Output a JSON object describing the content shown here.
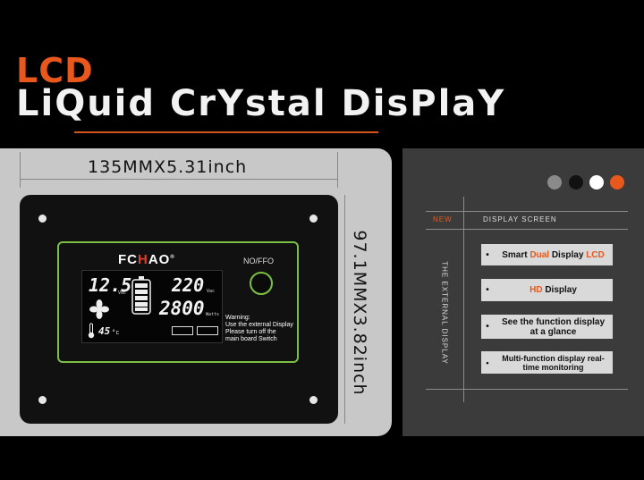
{
  "header": {
    "title_short": "LCD",
    "title_full": "LiQuid CrYstal DisPlaY"
  },
  "dimensions": {
    "width": "135MMX5.31inch",
    "height": "97.1MMX3.82inch"
  },
  "device": {
    "brand_prefix": "FC",
    "brand_accent": "H",
    "brand_suffix": "AO",
    "switch_label": "NO/FFO",
    "warning_lines": [
      "Warning:",
      "Use the external Display",
      "Please turn off the",
      "main board Switch"
    ],
    "lcd": {
      "dc_value": "12.5",
      "dc_unit": "Vdc",
      "ac_value": "220",
      "ac_unit": "Vac",
      "power_value": "2800",
      "power_unit": "Watts",
      "temp_value": "45",
      "temp_unit": "°c"
    }
  },
  "color_options": [
    "#8a8a8a",
    "#111111",
    "#ffffff",
    "#e8581c"
  ],
  "features_table": {
    "col_new": "NEW",
    "col_display": "DISPLAY SCREEN",
    "side_label": "THE EXTERNAL DISPLAY",
    "items": [
      {
        "pre": "Smart ",
        "hl1": "Dual",
        "mid": " Display ",
        "hl2": "LCD",
        "post": ""
      },
      {
        "pre": "",
        "hl1": "HD",
        "mid": " Display",
        "hl2": "",
        "post": ""
      },
      {
        "pre": "See the function display at a glance",
        "hl1": "",
        "mid": "",
        "hl2": "",
        "post": ""
      },
      {
        "pre": "Multi-function display real-time monitoring",
        "hl1": "",
        "mid": "",
        "hl2": "",
        "post": ""
      }
    ]
  }
}
